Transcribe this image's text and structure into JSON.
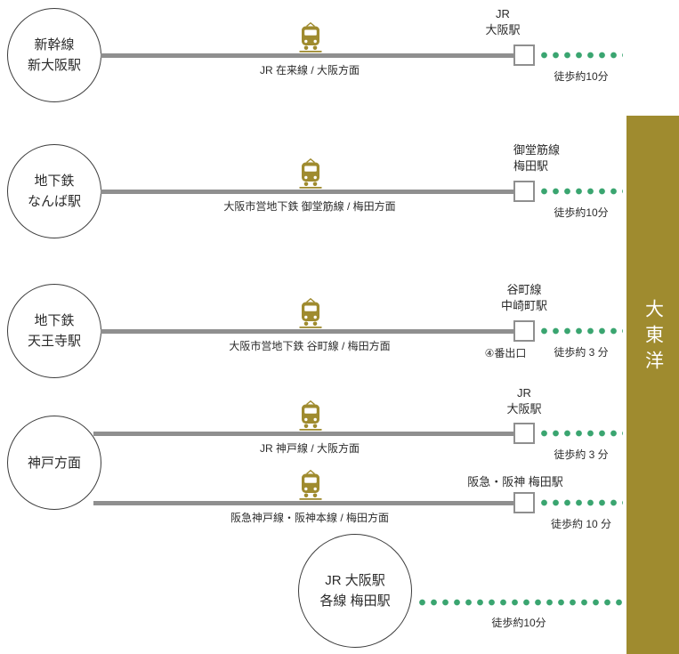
{
  "destination": {
    "name": "大東洋",
    "bar_color": "#9f8b2f",
    "dot_color": "#3aa570",
    "line_color": "#8f8f8f"
  },
  "origins": [
    {
      "line1": "新幹線",
      "line2": "新大阪駅"
    },
    {
      "line1": "地下鉄",
      "line2": "なんば駅"
    },
    {
      "line1": "地下鉄",
      "line2": "天王寺駅"
    },
    {
      "line1": "神戸方面",
      "line2": ""
    },
    {
      "line1": "JR 大阪駅",
      "line2": "各線 梅田駅"
    }
  ],
  "lanes": [
    {
      "route": "JR 在来線 / 大阪方面",
      "station1": "JR",
      "station2": "大阪駅",
      "walk": "徒歩約10分"
    },
    {
      "route": "大阪市営地下鉄 御堂筋線 / 梅田方面",
      "station1": "御堂筋線",
      "station2": "梅田駅",
      "walk": "徒歩約10分"
    },
    {
      "route": "大阪市営地下鉄 谷町線 / 梅田方面",
      "station1": "谷町線",
      "station2": "中崎町駅",
      "exit": "④番出口",
      "walk": "徒歩約 3 分"
    },
    {
      "route": "JR 神戸線 / 大阪方面",
      "station1": "JR",
      "station2": "大阪駅",
      "walk": "徒歩約 3 分"
    },
    {
      "route": "阪急神戸線・阪神本線 / 梅田方面",
      "station1": "阪急・阪神 梅田駅",
      "station2": "",
      "walk": "徒歩約 10 分"
    }
  ],
  "direct": {
    "walk": "徒歩約10分"
  }
}
